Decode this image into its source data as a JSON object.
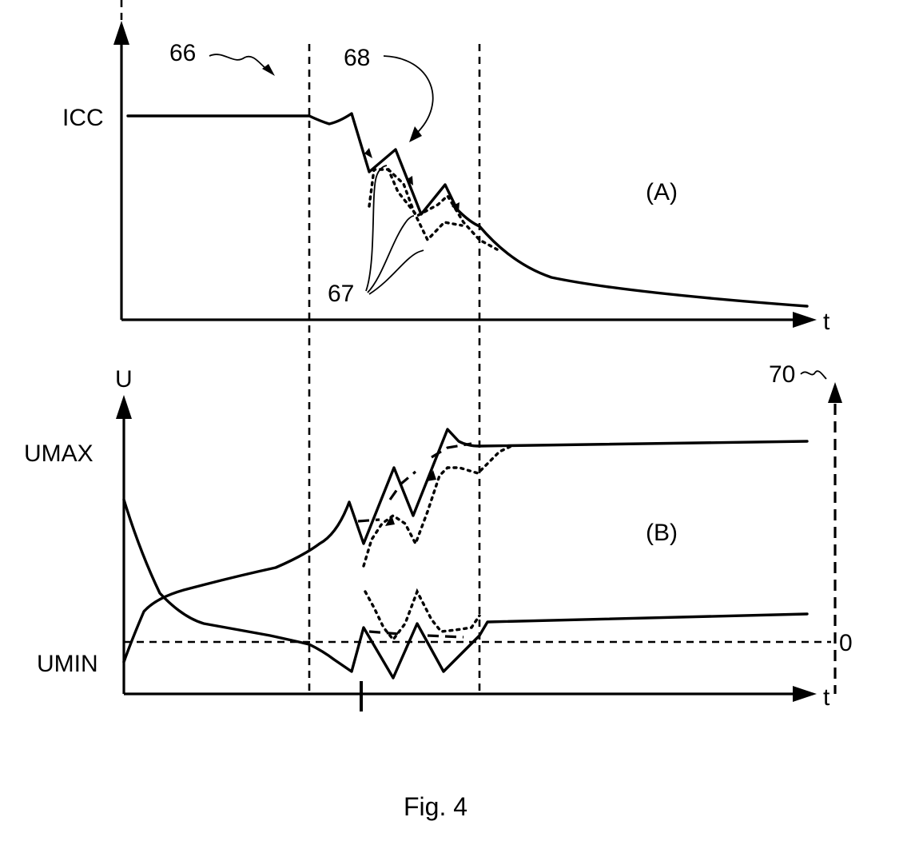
{
  "figure": {
    "caption": "Fig. 4",
    "panel_a": {
      "label": "(A)",
      "y_level_label": "ICC",
      "x_axis_label": "t",
      "ref_66": "66",
      "ref_67": "67",
      "ref_68": "68"
    },
    "panel_b": {
      "label": "(B)",
      "y_axis_label": "U",
      "umax_label": "UMAX",
      "umin_label": "UMIN",
      "x_axis_label": "t",
      "zero_label": "0",
      "ref_70": "70"
    }
  }
}
